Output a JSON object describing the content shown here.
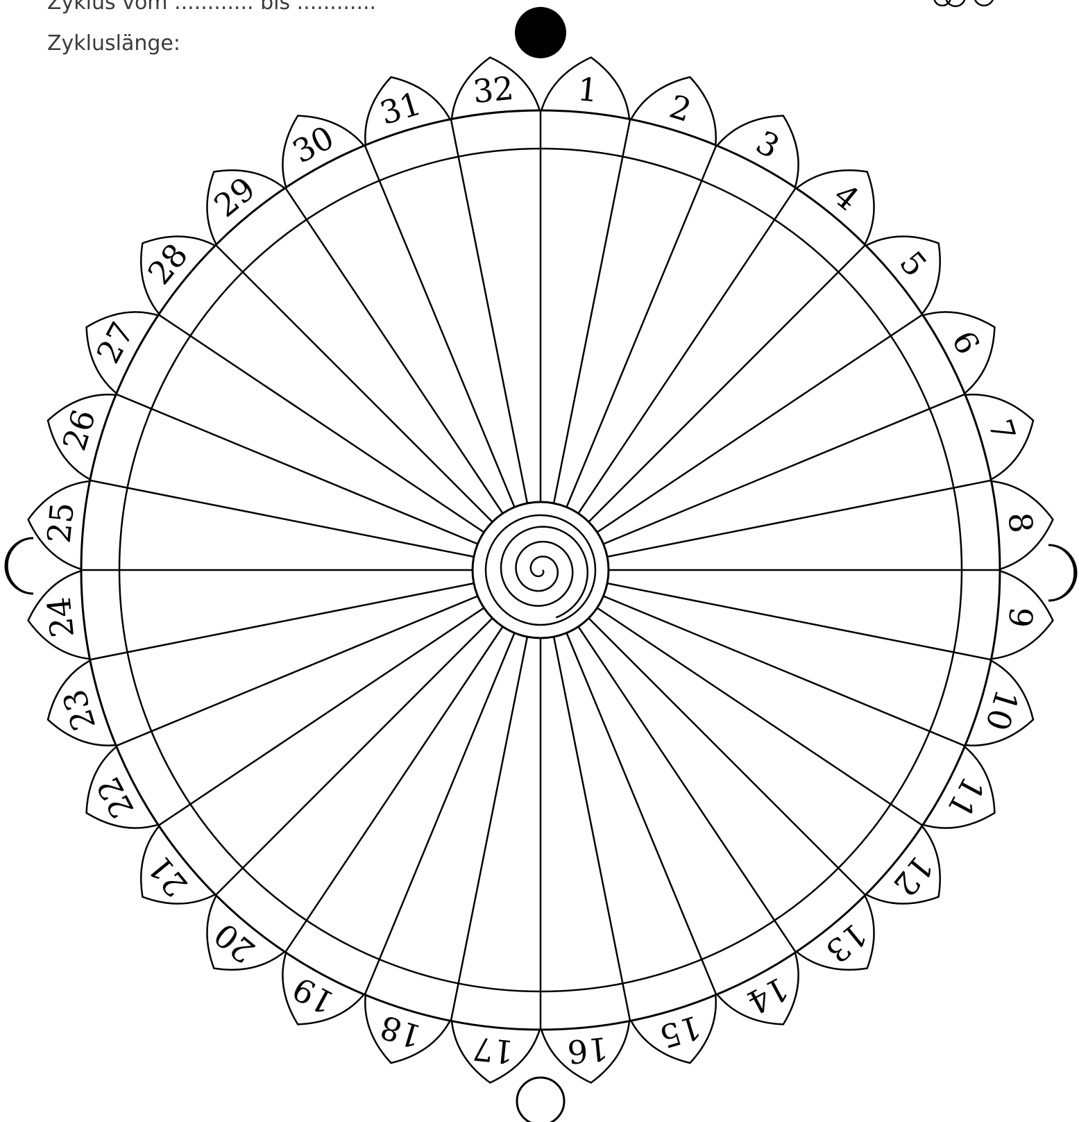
{
  "header": {
    "cycle_from_label": "Zyklus vom",
    "cycle_from_blank": "............",
    "cycle_to_label": "bis",
    "cycle_to_blank": "............",
    "cycle_length_label": "Zykluslänge:"
  },
  "wheel": {
    "days": [
      "1",
      "2",
      "3",
      "4",
      "5",
      "6",
      "7",
      "8",
      "9",
      "10",
      "11",
      "12",
      "13",
      "14",
      "15",
      "16",
      "17",
      "18",
      "19",
      "20",
      "21",
      "22",
      "23",
      "24",
      "25",
      "26",
      "27",
      "28",
      "29",
      "30",
      "31",
      "32"
    ],
    "line_color": "#000000",
    "background": "#ffffff"
  },
  "icons": {
    "top": "new-moon-icon",
    "bottom": "full-moon-icon",
    "left": "waxing-crescent-icon",
    "right": "waning-crescent-icon",
    "center": "spiral-icon",
    "corner": "decorative-circles-icon"
  }
}
